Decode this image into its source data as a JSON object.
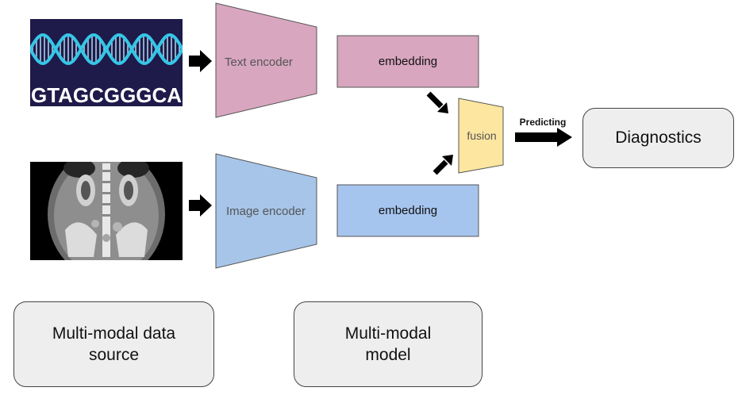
{
  "dna_panel": {
    "sequence": "GTAGCGGGCA",
    "bg_color": "#1e1a4a",
    "helix_color": "#36c6e6",
    "rung_color": "#bfefff",
    "text_color": "#ffffff"
  },
  "ct_panel": {
    "bg_color": "#000000"
  },
  "encoders": {
    "text": {
      "label": "Text encoder",
      "color": "#d8a6bf"
    },
    "image": {
      "label": "Image encoder",
      "color": "#a6c5e8"
    }
  },
  "embeddings": {
    "text": {
      "label": "embedding",
      "color": "#d8a6bf"
    },
    "image": {
      "label": "embedding",
      "color": "#a6c5ee"
    }
  },
  "fusion": {
    "label": "fusion",
    "color": "#fde6a0"
  },
  "predict_arrow": {
    "label": "Predicting"
  },
  "output_box": {
    "label": "Diagnostics"
  },
  "captions": {
    "data_source": {
      "line1": "Multi-modal data",
      "line2": "source"
    },
    "model": {
      "line1": "Multi-modal",
      "line2": "model"
    }
  }
}
